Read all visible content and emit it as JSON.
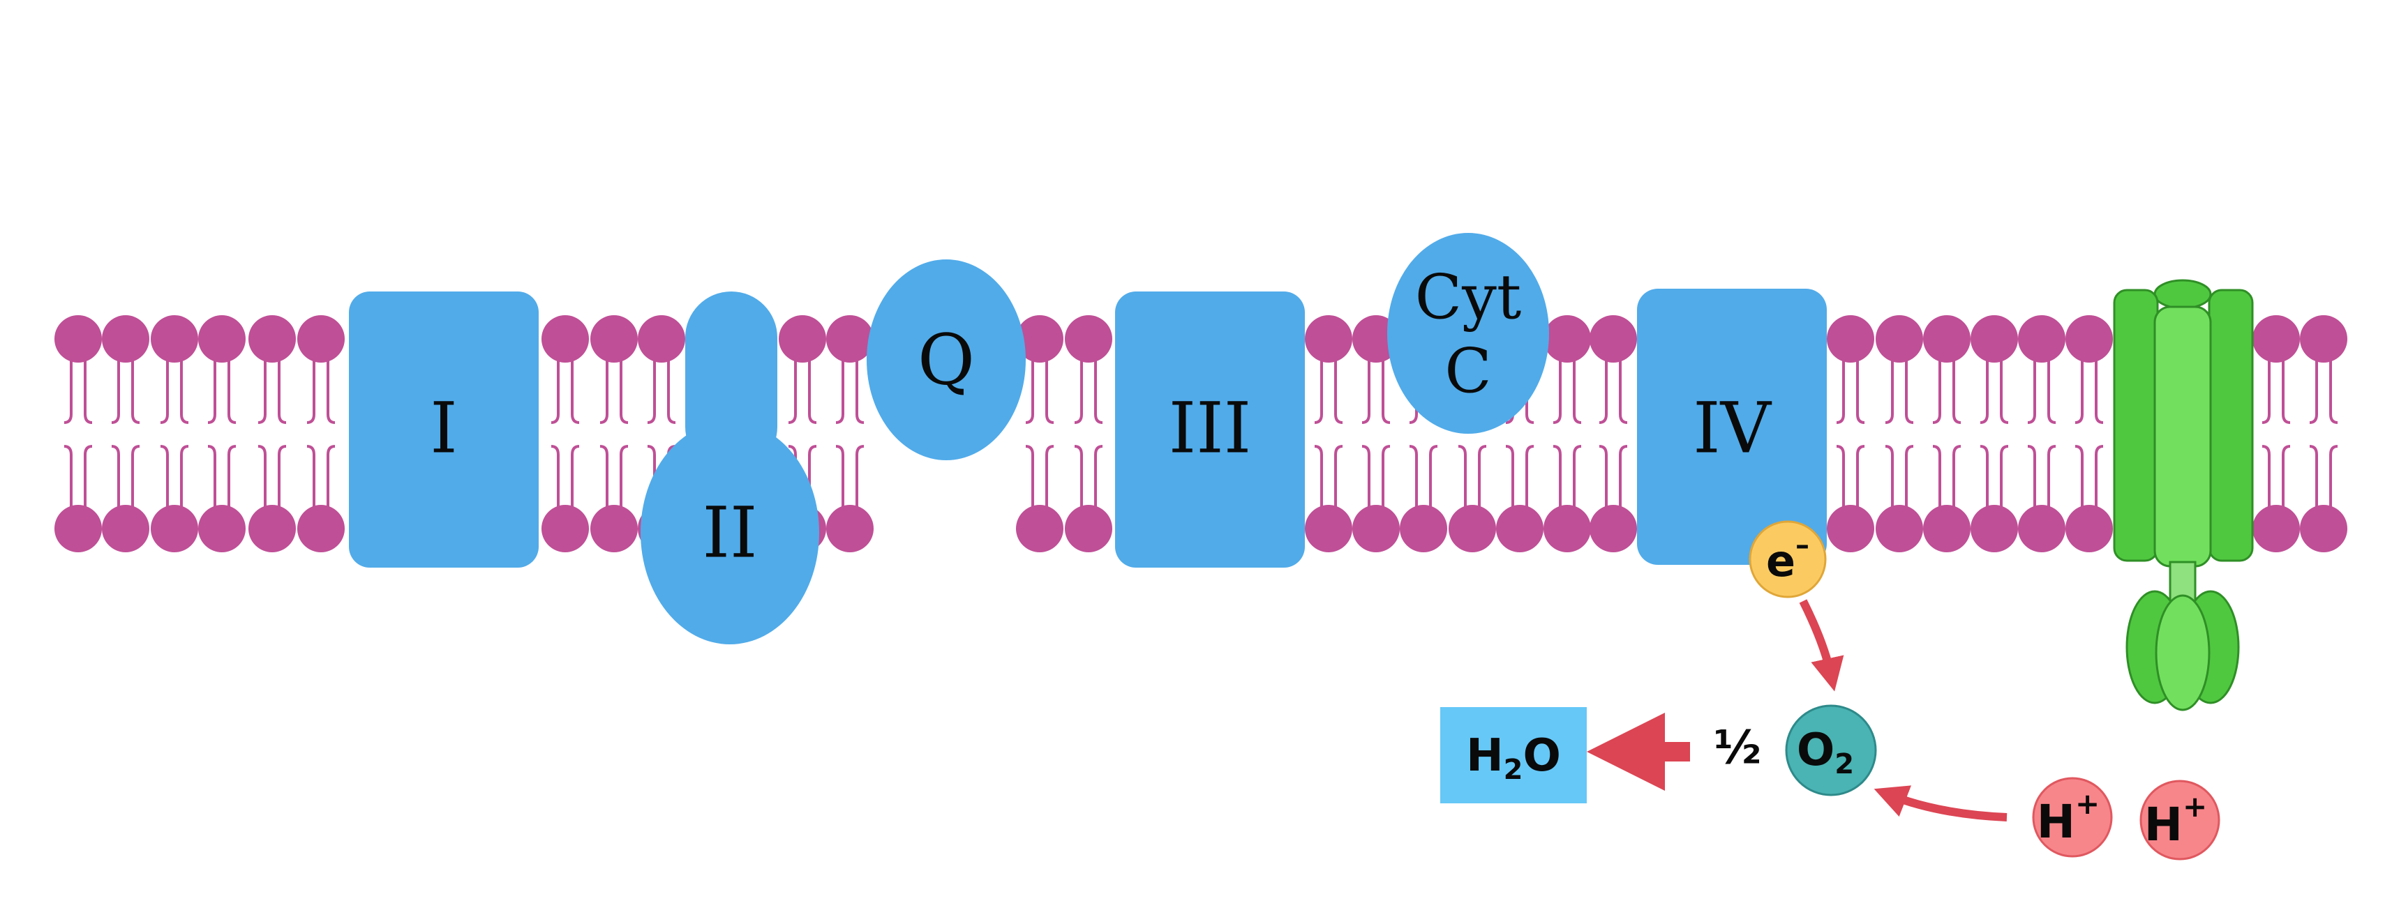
{
  "colors": {
    "lipid_head": "#bf4f96",
    "lipid_tail": "#bf4f96",
    "complex_fill": "#51abe9",
    "h2o_box": "#66c8f7",
    "electron_fill": "#fbcb62",
    "electron_stroke": "#e0a637",
    "oxygen_fill": "#4ab3b3",
    "oxygen_stroke": "#2e8a8a",
    "proton_fill": "#f7868b",
    "proton_stroke": "#e0585f",
    "arrow": "#dc4553",
    "atp_synthase_light": "#72e05e",
    "atp_synthase_dark": "#4fc83f",
    "atp_synthase_stroke": "#2f8f26"
  },
  "complexes": {
    "complex1": "I",
    "complex2": "II",
    "ubiquinone": "Q",
    "complex3": "III",
    "cytc_line1": "Cyt",
    "cytc_line2": "C",
    "complex4": "IV"
  },
  "reaction": {
    "electron": "e",
    "electron_charge": "–",
    "half": "½",
    "oxygen": "O",
    "oxygen_sub": "2",
    "water_h": "H",
    "water_sub": "2",
    "water_o": "O",
    "proton": "H",
    "proton_charge": "+"
  }
}
